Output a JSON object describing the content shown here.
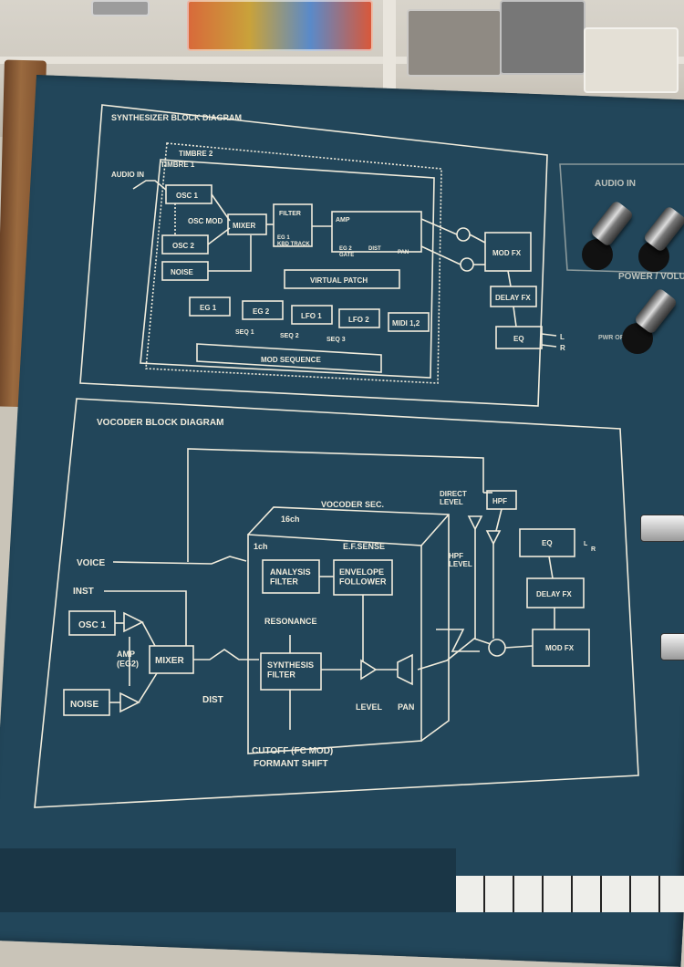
{
  "synth": {
    "title": "SYNTHESIZER BLOCK DIAGRAM",
    "timbre2": "TIMBRE 2",
    "timbre1": "TIMBRE 1",
    "audio_in": "AUDIO IN",
    "osc1": "OSC 1",
    "osc_mod": "OSC MOD",
    "osc2": "OSC 2",
    "mixer": "MIXER",
    "noise": "NOISE",
    "filter": "FILTER",
    "eg1_kbd": "EG 1\nKBD TRACK",
    "amp": "AMP",
    "eg2_gate": "EG 2\nGATE",
    "dist": "DIST",
    "pan": "PAN",
    "virtual_patch": "VIRTUAL PATCH",
    "eg1": "EG 1",
    "eg2": "EG 2",
    "lfo1": "LFO 1",
    "lfo2": "LFO 2",
    "midi": "MIDI 1,2",
    "seq1": "SEQ 1",
    "seq2": "SEQ 2",
    "seq3": "SEQ 3",
    "mod_sequence": "MOD SEQUENCE",
    "mod_fx": "MOD FX",
    "delay_fx": "DELAY FX",
    "eq": "EQ",
    "out_l": "L",
    "out_r": "R"
  },
  "vocoder": {
    "title": "VOCODER BLOCK DIAGRAM",
    "voice": "VOICE",
    "inst": "INST",
    "osc1": "OSC 1",
    "amp_eg2": "AMP\n(EG2)",
    "mixer": "MIXER",
    "noise": "NOISE",
    "dist": "DIST",
    "vocoder_sec": "VOCODER SEC.",
    "ch16": "16ch",
    "ch1": "1ch",
    "analysis_filter": "ANALYSIS\nFILTER",
    "ef_sense": "E.F.SENSE",
    "envelope_follower": "ENVELOPE\nFOLLOWER",
    "resonance": "RESONANCE",
    "synthesis_filter": "SYNTHESIS\nFILTER",
    "level": "LEVEL",
    "pan": "PAN",
    "cutoff": "CUTOFF (FC MOD)",
    "formant_shift": "FORMANT SHIFT",
    "direct_level": "DIRECT\nLEVEL",
    "hpf": "HPF",
    "hpf_level": "HPF\nLEVEL",
    "eq": "EQ",
    "delay_fx": "DELAY FX",
    "mod_fx": "MOD FX",
    "out_l": "L",
    "out_r": "R"
  },
  "side": {
    "audio_in": "AUDIO IN",
    "power_volume": "POWER / VOLUME",
    "pwr_off": "PWR OFF"
  },
  "colors": {
    "panel": "#22465a",
    "print": "#f1ecdc",
    "wood": "#9a6a3f"
  }
}
